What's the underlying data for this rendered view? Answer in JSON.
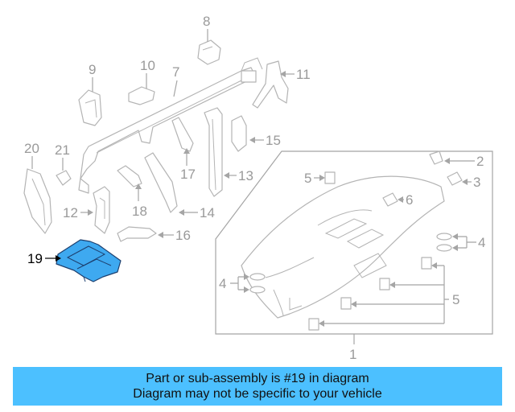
{
  "diagram": {
    "callouts": {
      "c1": "1",
      "c2": "2",
      "c3": "3",
      "c4a": "4",
      "c4b": "4",
      "c5a": "5",
      "c5b": "5",
      "c6": "6",
      "c7": "7",
      "c8": "8",
      "c9": "9",
      "c10": "10",
      "c11": "11",
      "c12": "12",
      "c13": "13",
      "c14": "14",
      "c15": "15",
      "c16": "16",
      "c17": "17",
      "c18": "18",
      "c19": "19",
      "c20": "20",
      "c21": "21"
    },
    "highlight_color": "#3ea9f0",
    "line_color": "#b4b4b4"
  },
  "banner": {
    "line1": "Part or sub-assembly is #19 in diagram",
    "line2": "Diagram may not be specific to your vehicle",
    "color": "#4cc0ff"
  }
}
